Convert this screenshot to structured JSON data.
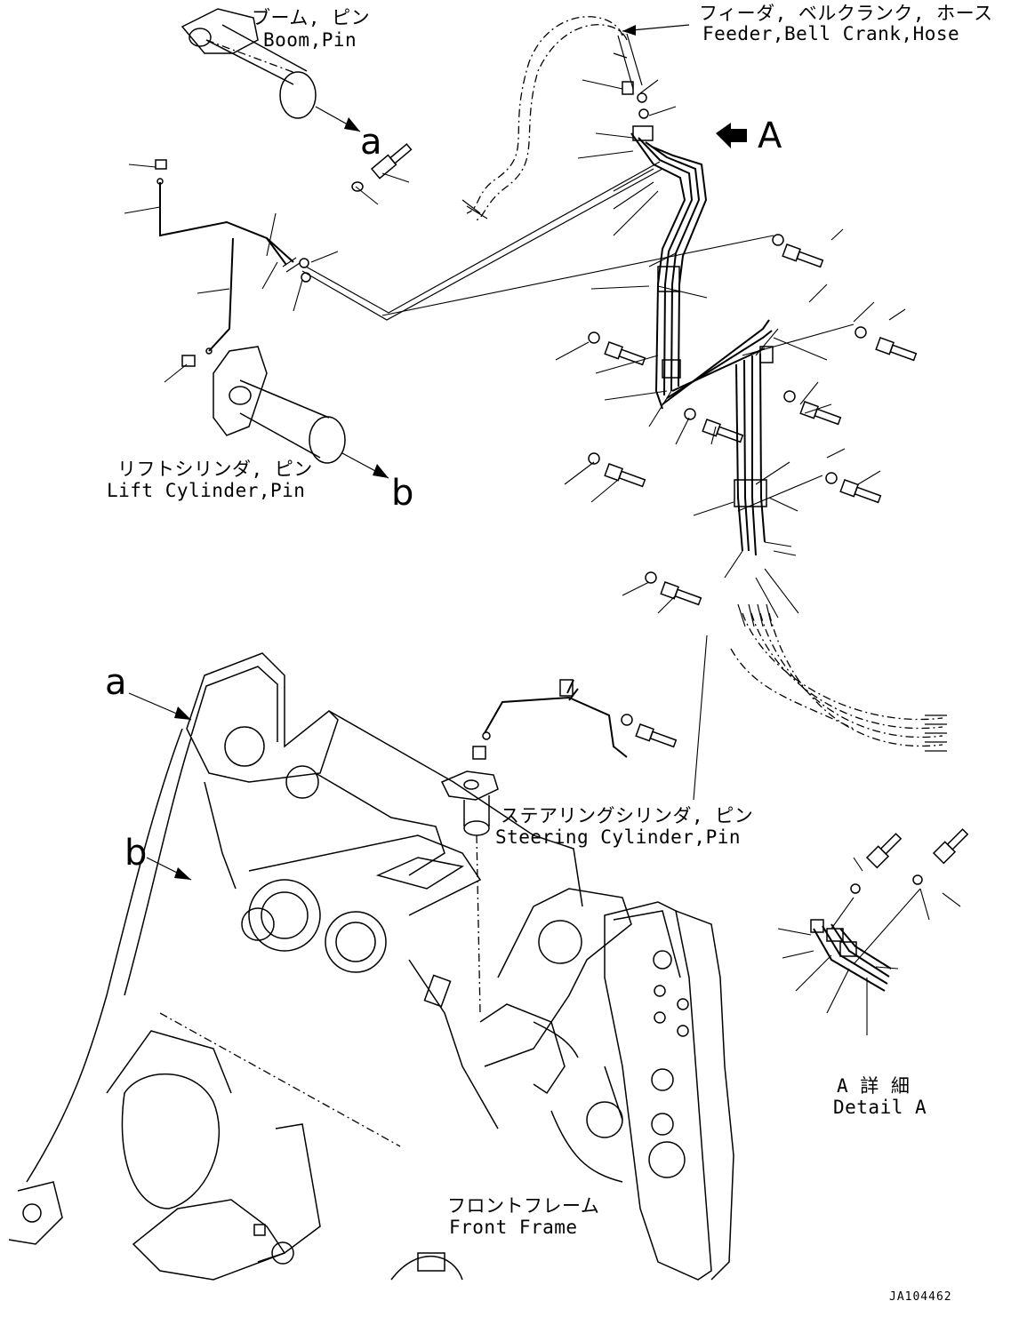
{
  "labels": {
    "boom_pin_jp": "ブーム, ピン",
    "boom_pin_en": "Boom,Pin",
    "feeder_jp": "フィーダ, ベルクランク, ホース",
    "feeder_en": "Feeder,Bell Crank,Hose",
    "lift_cyl_jp": "リフトシリンダ, ピン",
    "lift_cyl_en": "Lift Cylinder,Pin",
    "steering_jp": "ステアリングシリンダ, ピン",
    "steering_en": "Steering Cylinder,Pin",
    "front_frame_jp": "フロントフレーム",
    "front_frame_en": "Front Frame",
    "detail_jp": "A 詳 細",
    "detail_en": "Detail A"
  },
  "callouts": {
    "view_a": "A",
    "ref_a_top": "a",
    "ref_b_top": "b",
    "ref_a_frame": "a",
    "ref_b_frame": "b"
  },
  "drawing_code": "JA104462"
}
